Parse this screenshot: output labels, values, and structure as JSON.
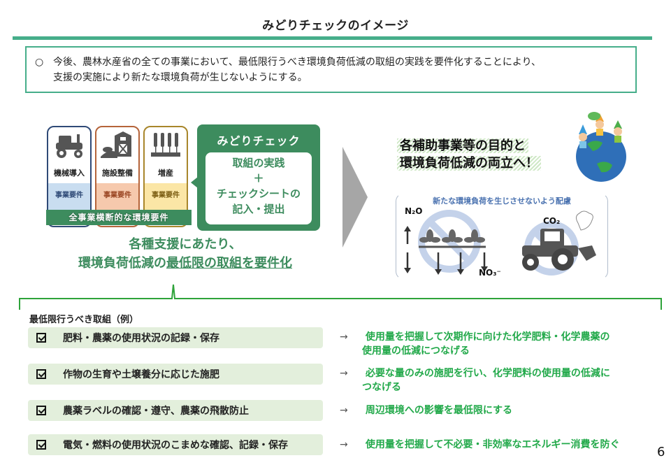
{
  "title": "みどりチェックのイメージ",
  "intro": {
    "bullet": "○",
    "line1": "今後、農林水産省の全ての事業において、最低限行うべき環境負荷低減の取組の実践を要件化することにより、",
    "line2": "支援の実施により新たな環境負荷が生じないようにする。"
  },
  "cards": [
    {
      "name": "機械導入",
      "icon": "tractor-icon",
      "req": "事業要件",
      "color": "#2f4a77"
    },
    {
      "name": "施設整備",
      "icon": "barn-icon",
      "req": "事業要件",
      "color": "#b5643a"
    },
    {
      "name": "増産",
      "icon": "wheat-icon",
      "req": "事業要件",
      "color": "#a8862b"
    }
  ],
  "band": "全事業横断的な環境要件",
  "midori_check": {
    "head": "みどりチェック",
    "line1": "取組の実践",
    "plus": "＋",
    "line2": "チェックシートの",
    "line3": "記入・提出"
  },
  "support": {
    "line1": "各種支援にあたり、",
    "line2_plain": "環境負荷低減の",
    "line2_underlined": "最低限の取組を要件化"
  },
  "goal": {
    "line1": "各補助事業等の目的と",
    "line2": "環境負荷低減の両立へ！"
  },
  "env_panel": {
    "caption": "新たな環境負荷を生じさせないよう配慮",
    "n2o": "N₂O",
    "no3": "NO₃⁻",
    "co2": "CO₂"
  },
  "list": {
    "title": "最低限行うべき取組（例）",
    "items": [
      {
        "label": "肥料・農薬の使用状況の記録・保存",
        "arrow": "→",
        "result1": " 使用量を把握して次期作に向けた化学肥料・化学農薬の",
        "result2": "使用量の低減につなげる"
      },
      {
        "label": "作物の生育や土壌養分に応じた施肥",
        "arrow": "→",
        "result1": " 必要な量のみの施肥を行い、化学肥料の使用量の低減に",
        "result2": "つなげる"
      },
      {
        "label": "農薬ラベルの確認・遵守、農薬の飛散防止",
        "arrow": "→",
        "result1": " 周辺環境への影響を最低限にする",
        "result2": ""
      },
      {
        "label": "電気・燃料の使用状況のこまめな確認、記録・保存",
        "arrow": "→",
        "result1": " 使用量を把握して不必要・非効率なエネルギー消費を防ぐ",
        "result2": ""
      }
    ]
  },
  "page_number": "6",
  "colors": {
    "accent": "#46ae8a",
    "midori_green": "#3d8c5e",
    "result_green": "#22a94a",
    "item_bg": "#e3efdc"
  }
}
